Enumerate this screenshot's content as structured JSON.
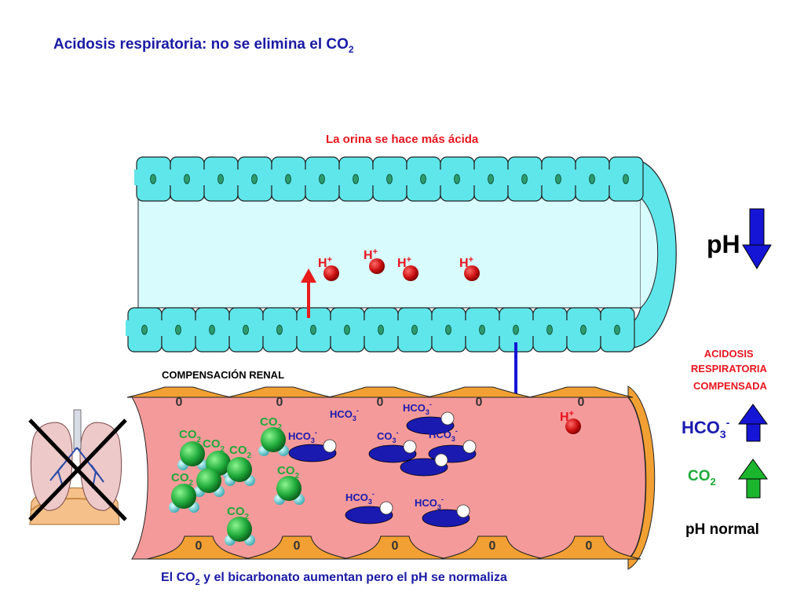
{
  "title": {
    "main": "Acidosis respiratoria: no se elimina el CO",
    "sub": "2"
  },
  "urine_caption": "La orina se hace más ácida",
  "compensation_label": "COMPENSACIÓN RENAL",
  "compensated_label": [
    "ACIDOSIS",
    "RESPIRATORIA",
    "COMPENSADA"
  ],
  "bottom_caption": {
    "part1": "El CO",
    "sub": "2",
    "part2": " y el bicarbonato aumentan pero el pH se normaliza"
  },
  "ph_label": "pH",
  "legend": {
    "hco3": {
      "main": "HCO",
      "sub": "3",
      "sup": "-"
    },
    "co2": {
      "main": "CO",
      "sub": "2"
    },
    "ph_normal": "pH normal"
  },
  "molecules": {
    "h": {
      "main": "H",
      "sup": "+"
    },
    "co2": {
      "main": "CO",
      "sub": "2"
    },
    "hco3": {
      "main": "HCO",
      "sub": "3",
      "sup": "-"
    },
    "hco3_partial": {
      "main": "CO",
      "sub": "3",
      "sup": "-"
    }
  },
  "cell_nucleus": "0",
  "colors": {
    "title": "#1a1aa6",
    "red_text": "#e8141e",
    "tubule_cell": "#5fe6ea",
    "tubule_lumen": "#d8fbfd",
    "endothelium": "#f2a033",
    "blood": "#f59a9a",
    "co2_green": "#1faa3a",
    "h_red": "#cc1111",
    "hco3_blue": "#1a1ab0",
    "arrow_blue": "#1515d6",
    "arrow_green": "#1bb52e",
    "arrow_red": "#e81b1b"
  }
}
